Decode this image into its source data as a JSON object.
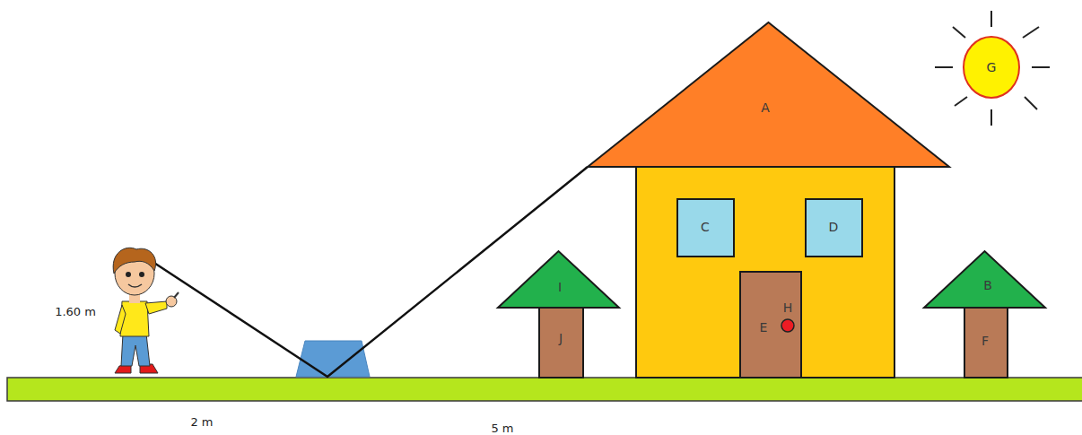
{
  "diagram": {
    "nodes": [
      {
        "text": [
          "A"
        ]
      },
      {
        "text": [
          "G"
        ]
      },
      {
        "text": [
          "C"
        ]
      },
      {
        "text": [
          "D"
        ]
      },
      {
        "text": [
          "I"
        ]
      },
      {
        "text": [
          "B"
        ]
      },
      {
        "text": [
          "E"
        ]
      },
      {
        "text": [
          "H"
        ],
        "in": 6
      },
      {
        "text": [
          "J"
        ]
      },
      {
        "text": [
          "F"
        ]
      }
    ],
    "labels": [
      "1.60 m",
      "2 m",
      "5 m"
    ]
  }
}
